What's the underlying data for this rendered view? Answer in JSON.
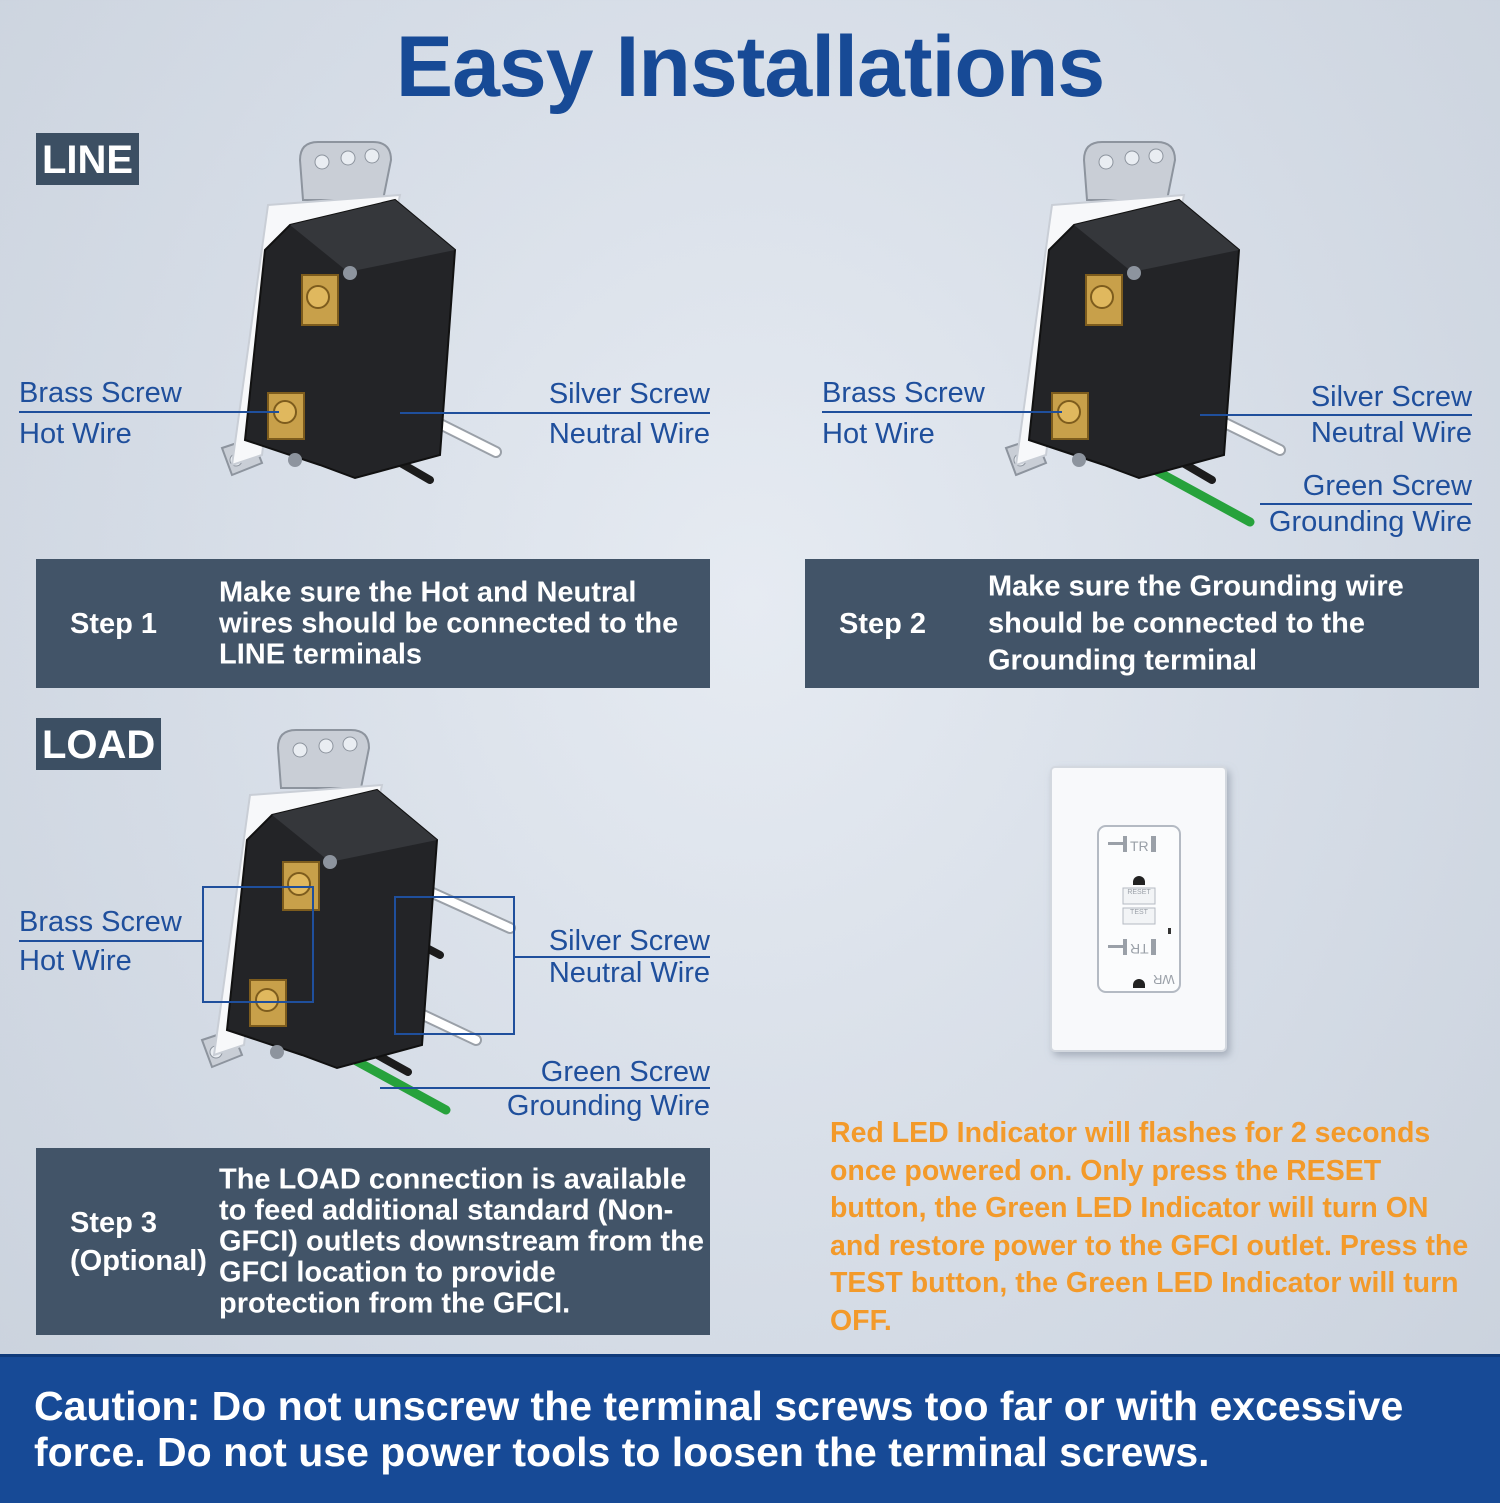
{
  "title": "Easy Installations",
  "sections": {
    "line_tag": "LINE",
    "load_tag": "LOAD"
  },
  "labels": {
    "brass_screw": "Brass Screw",
    "hot_wire": "Hot Wire",
    "silver_screw": "Silver Screw",
    "neutral_wire": "Neutral Wire",
    "green_screw": "Green Screw",
    "grounding_wire": "Grounding Wire"
  },
  "outlet_face": {
    "tr_top": "TR",
    "reset": "RESET",
    "test": "TEST",
    "tr_bottom": "TR",
    "wr": "WR"
  },
  "steps": [
    {
      "label": "Step 1",
      "text": "Make sure the Hot and Neutral wires should be connected to the LINE terminals"
    },
    {
      "label": "Step 2",
      "text": "Make sure the Grounding wire should be connected to the Grounding terminal"
    },
    {
      "label": "Step 3",
      "sublabel": "(Optional)",
      "text": "The LOAD connection is available to feed additional standard (Non-GFCI) outlets downstream from the GFCI location to provide protection from the GFCI."
    }
  ],
  "led_note": "Red LED Indicator will flashes for 2 seconds once powered on. Only press the RESET button, the Green LED Indicator will turn ON and restore power to the GFCI outlet. Press the TEST button, the Green LED Indicator will turn OFF.",
  "caution": "Caution: Do not unscrew the terminal screws too far or with excessive force. Do not use power tools to loosen the terminal screws.",
  "colors": {
    "title_blue": "#174a96",
    "label_blue": "#1f4f9c",
    "step_box": "#425468",
    "note_orange": "#f39a2a",
    "ground_green": "#27a23c"
  }
}
